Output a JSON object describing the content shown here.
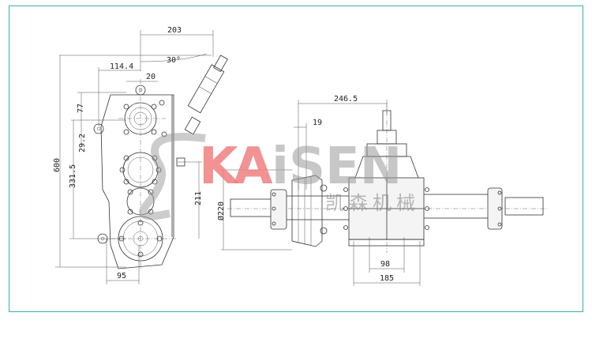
{
  "drawing": {
    "frame_color": "#3aafa9",
    "side_view": {
      "dimensions": {
        "overall_width": "203",
        "angle": "30°",
        "offset_114": "114.4",
        "offset_20": "20",
        "height_77": "77",
        "height_29": "29.2",
        "overall_height": "600",
        "height_331": "331.5",
        "height_211": "211",
        "base_95": "95"
      }
    },
    "front_view": {
      "dimensions": {
        "length_246": "246.5",
        "offset_19": "19",
        "diameter": "Ø220",
        "inner_98": "98",
        "width_185": "185"
      }
    },
    "watermark": {
      "brand_k": "K",
      "brand_a": "A",
      "brand_rest": "iSEN",
      "chinese": "凯森机械",
      "red": "#f08080",
      "grey": "#9a9a9a"
    }
  }
}
